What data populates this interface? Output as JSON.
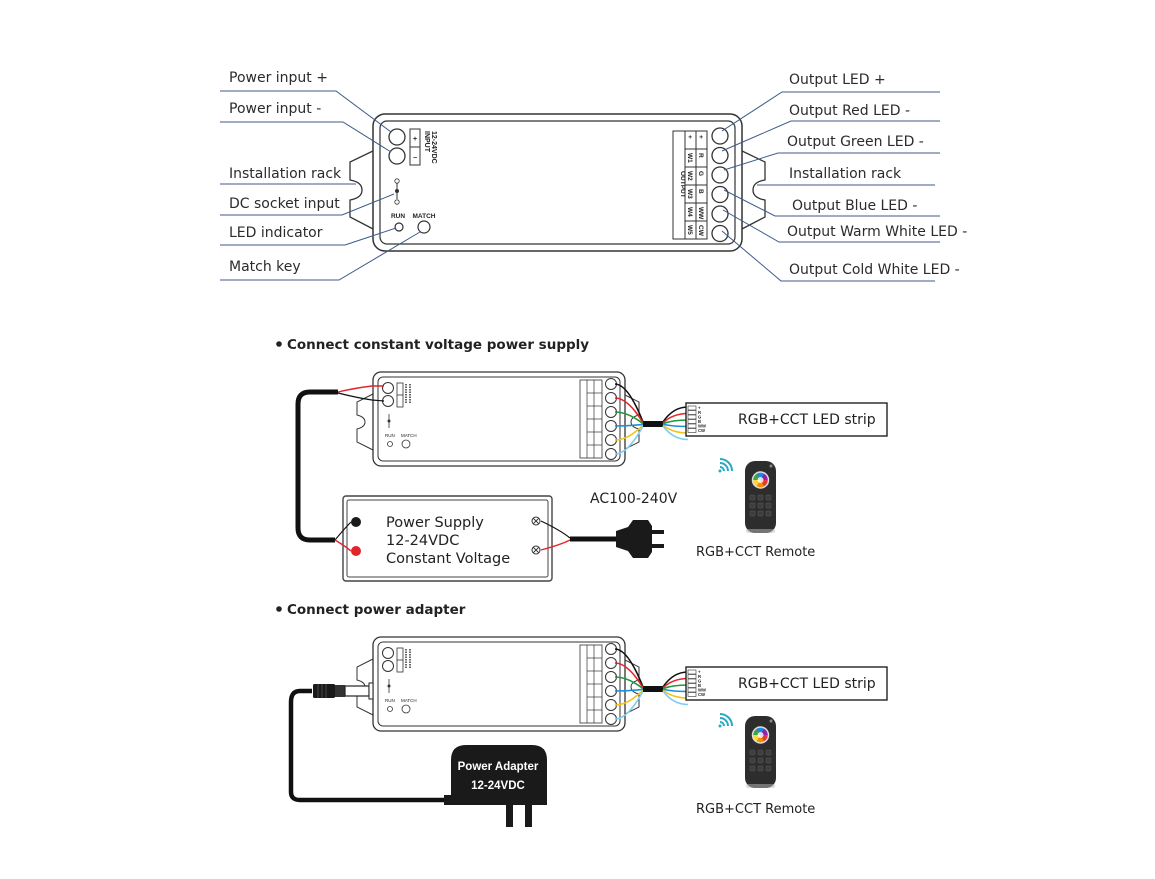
{
  "diagram": {
    "top_labels_left": [
      "Power input +",
      "Power input -",
      "Installation rack",
      "DC socket input",
      "LED indicator",
      "Match key"
    ],
    "top_labels_right": [
      "Output LED +",
      "Output Red LED -",
      "Output Green LED -",
      "Installation rack",
      "Output Blue LED -",
      "Output Warm White LED -",
      "Output Cold White LED -"
    ],
    "controller": {
      "input_label": "INPUT",
      "input_voltage": "12-24VDC",
      "plus": "+",
      "minus": "−",
      "run_label": "RUN",
      "match_label": "MATCH",
      "output_label": "OUTPUT",
      "output_col_w": [
        "+",
        "W1",
        "W2",
        "W3",
        "W4",
        "W5"
      ],
      "output_col_rgb": [
        "+",
        "R",
        "G",
        "B",
        "WW",
        "CW"
      ]
    },
    "sections": [
      {
        "title": "Connect constant voltage power supply",
        "strip_label": "RGB+CCT LED strip",
        "strip_pins": [
          "+",
          "R",
          "G",
          "B",
          "WW",
          "CW"
        ],
        "power_supply_lines": [
          "Power Supply",
          "12-24VDC",
          "Constant Voltage"
        ],
        "ac_label": "AC100-240V",
        "remote_label": "RGB+CCT Remote"
      },
      {
        "title": "Connect power adapter",
        "strip_label": "RGB+CCT LED strip",
        "strip_pins": [
          "+",
          "R",
          "G",
          "B",
          "WW",
          "CW"
        ],
        "adapter_lines": [
          "Power Adapter",
          "12-24VDC"
        ],
        "remote_label": "RGB+CCT Remote"
      }
    ],
    "colors": {
      "leader_line": "#3d5a8a",
      "wire_red": "#e0262b",
      "wire_green": "#1e9a3a",
      "wire_blue": "#1a8fd6",
      "wire_yellow": "#f2c419",
      "wire_lightblue": "#7fcdf0",
      "wire_black": "#111111",
      "signal": "#2aa9c2"
    }
  }
}
